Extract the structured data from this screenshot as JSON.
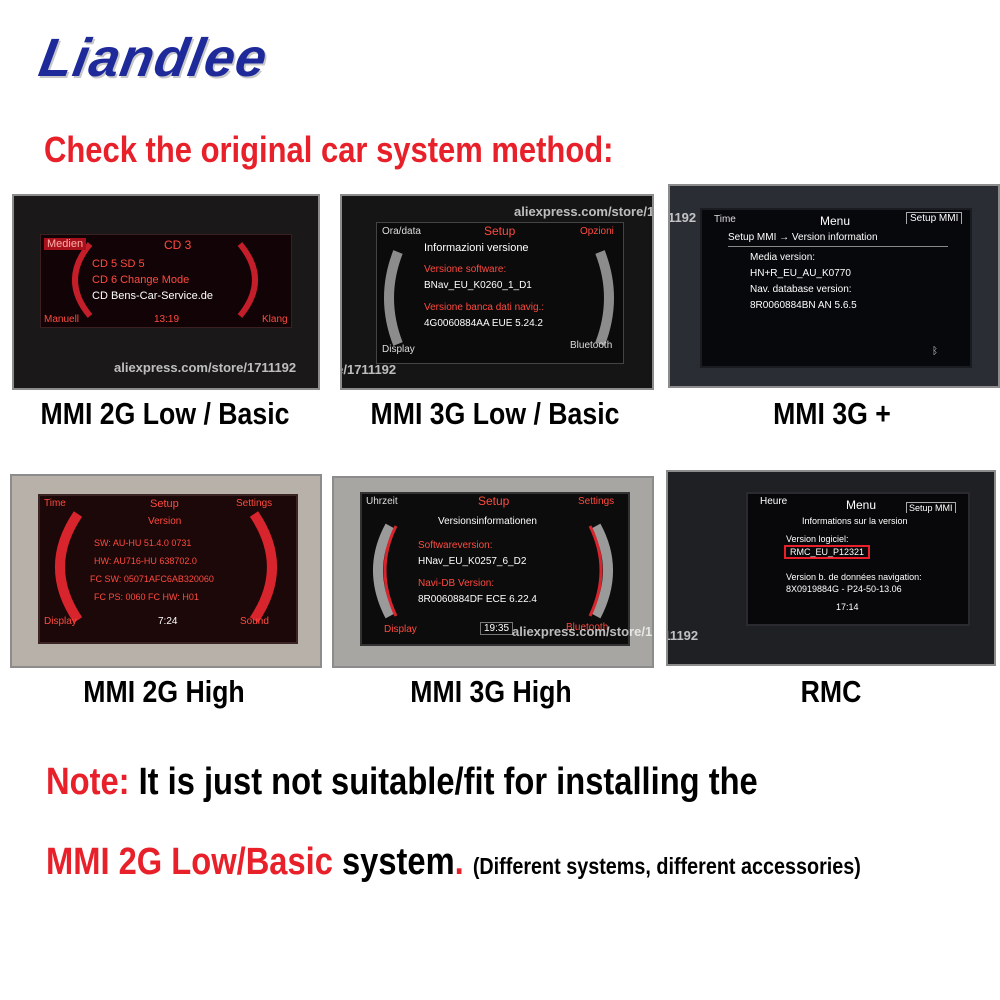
{
  "brand": {
    "logo_text": "Liandlee"
  },
  "heading": "Check the original car system method:",
  "watermark": "aliexpress.com/store/1711192",
  "panels": [
    {
      "caption": "MMI 2G Low / Basic",
      "screen": {
        "tab": "Medien",
        "title": "CD 3",
        "lines": [
          "CD 5  SD 5",
          "CD 6  Change Mode",
          "CD  Bens-Car-Service.de"
        ],
        "bottom_left": "Manuell",
        "clock": "13:19",
        "bottom_right": "Klang"
      }
    },
    {
      "caption": "MMI 3G Low / Basic",
      "screen": {
        "top_left": "Ora/data",
        "title": "Setup",
        "top_right": "Opzioni",
        "header": "Informazioni versione",
        "lines": [
          "Versione software:",
          "BNav_EU_K0260_1_D1",
          "Versione banca dati navig.:",
          "4G0060884AA EUE 5.24.2"
        ],
        "bottom_left": "Display",
        "bottom_right": "Bluetooth"
      }
    },
    {
      "caption": "MMI 3G +",
      "screen": {
        "top_left": "Time",
        "title": "Menu",
        "top_right": "Setup MMI",
        "breadcrumb": "Setup MMI → Version information",
        "lines": [
          "Media version:",
          "HN+R_EU_AU_K0770",
          "Nav. database version:",
          "8R0060884BN AN 5.6.5"
        ]
      }
    },
    {
      "caption": "MMI 2G High",
      "screen": {
        "top_left": "Time",
        "title": "Setup",
        "top_right": "Settings",
        "header": "Version",
        "lines": [
          "SW: AU-HU 51.4.0 0731",
          "HW: AU716-HU 638702.0",
          "FC SW: 05071AFC6AB320060",
          "FC PS: 0060 FC HW: H01"
        ],
        "bottom_left": "Display",
        "clock": "7:24",
        "bottom_right": "Sound"
      }
    },
    {
      "caption": "MMI 3G High",
      "screen": {
        "top_left": "Uhrzeit",
        "title": "Setup",
        "top_right": "Settings",
        "header": "Versionsinformationen",
        "lines": [
          "Softwareversion:",
          "HNav_EU_K0257_6_D2",
          "Navi-DB Version:",
          "8R0060884DF ECE 6.22.4"
        ],
        "bottom_left": "Display",
        "clock": "19:35",
        "bottom_right": "Bluetooth"
      }
    },
    {
      "caption": "RMC",
      "screen": {
        "top_left": "Heure",
        "title": "Menu",
        "top_right": "Setup MMI",
        "header": "Informations sur la version",
        "lines": [
          "Version logiciel:",
          "RMC_EU_P12321",
          "Version b. de données navigation:",
          "8X0919884G - P24-50-13.06"
        ],
        "clock": "17:14"
      }
    }
  ],
  "note": {
    "label": "Note:",
    "line1": "It is just not suitable/fit for installing the",
    "system_name": "MMI 2G Low/Basic",
    "system_word": "system",
    "period": ".",
    "aside": "(Different systems, different accessories)"
  }
}
